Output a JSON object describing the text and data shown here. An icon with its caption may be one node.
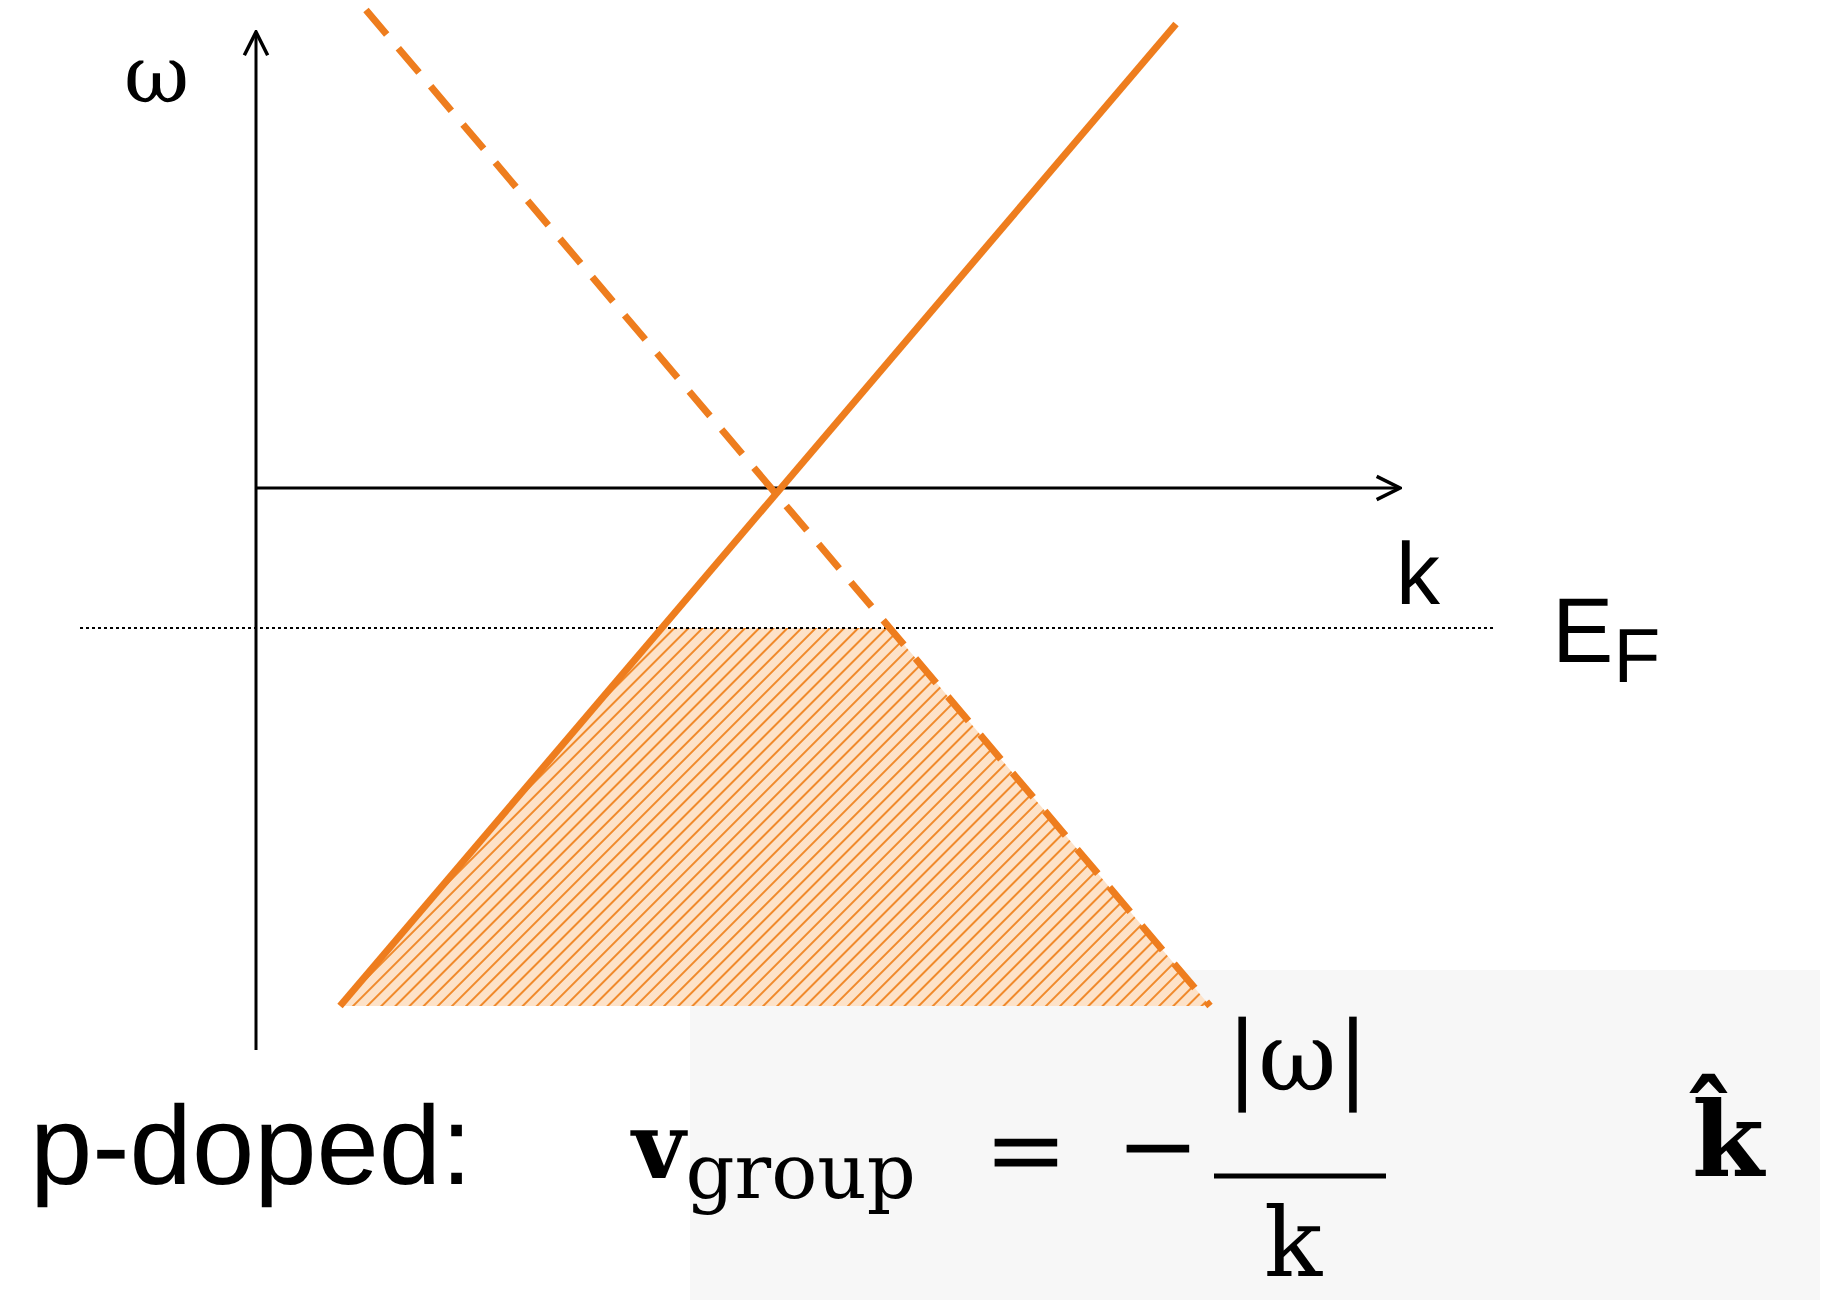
{
  "diagram": {
    "labels": [
      "ω",
      "k",
      "E$_{F}$",
      "p-doped:",
      "**v**$_{group}$",
      "=",
      "−",
      "|ω|",
      "k",
      "**k̂**"
    ]
  }
}
